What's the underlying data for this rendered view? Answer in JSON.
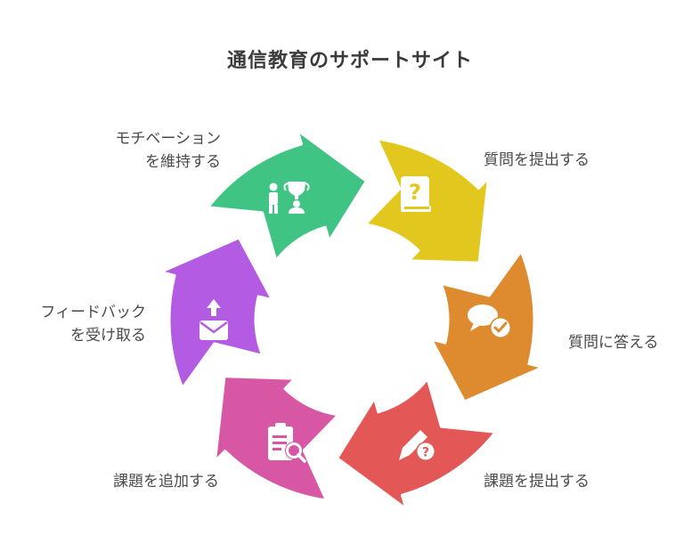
{
  "title": "通信教育のサポートサイト",
  "steps": [
    {
      "id": "submit-question",
      "lines": [
        "質問を提出する"
      ],
      "color": "#E2C81E",
      "icon": "question-book-icon"
    },
    {
      "id": "answer-question",
      "lines": [
        "質問に答える"
      ],
      "color": "#DE8A2F",
      "icon": "chat-check-icon"
    },
    {
      "id": "submit-assignment",
      "lines": [
        "課題を提出する"
      ],
      "color": "#E35757",
      "icon": "pen-question-icon"
    },
    {
      "id": "add-assignment",
      "lines": [
        "課題を追加する"
      ],
      "color": "#D757A5",
      "icon": "clipboard-search-icon"
    },
    {
      "id": "receive-feedback",
      "lines": [
        "フィードバック",
        "を受け取る"
      ],
      "color": "#B35BE3",
      "icon": "upload-mail-icon"
    },
    {
      "id": "maintain-motivation",
      "lines": [
        "モチベーション",
        "を維持する"
      ],
      "color": "#40C483",
      "icon": "trophy-people-icon"
    }
  ]
}
